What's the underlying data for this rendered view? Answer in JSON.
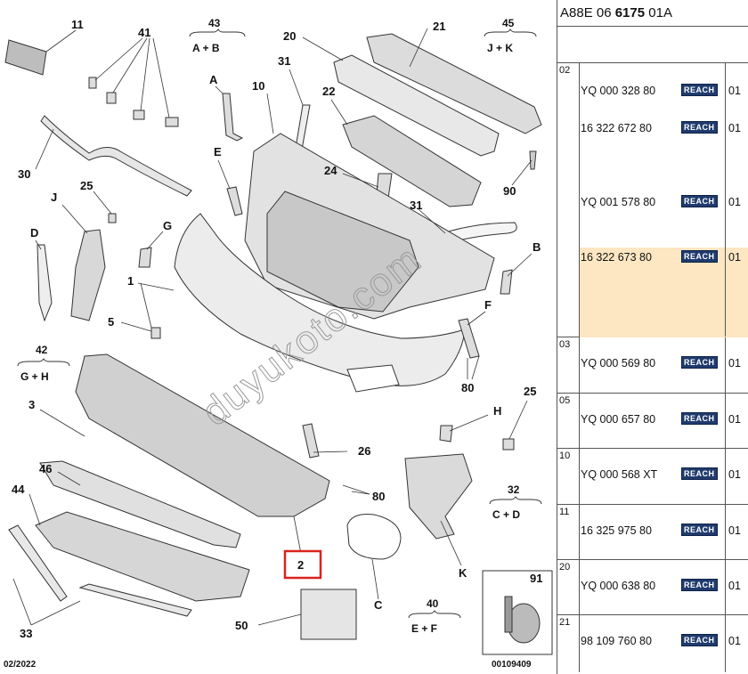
{
  "diagram": {
    "callouts": [
      "11",
      "41",
      "43",
      "45",
      "20",
      "21",
      "31",
      "A",
      "10",
      "22",
      "30",
      "25",
      "E",
      "J",
      "24",
      "31",
      "90",
      "D",
      "G",
      "B",
      "1",
      "F",
      "5",
      "42",
      "80",
      "25",
      "3",
      "H",
      "26",
      "46",
      "80",
      "32",
      "44",
      "2",
      "K",
      "91",
      "33",
      "50",
      "C",
      "40"
    ],
    "group_labels": [
      {
        "num": "43",
        "letters": "A + B"
      },
      {
        "num": "45",
        "letters": "J + K"
      },
      {
        "num": "42",
        "letters": "G + H"
      },
      {
        "num": "32",
        "letters": "C + D"
      },
      {
        "num": "40",
        "letters": "E + F"
      }
    ],
    "watermark": "duyukoto.com",
    "footer_left": "02/2022",
    "footer_right": "00109409",
    "highlight_callout": "2",
    "highlight_color": "#d9231f"
  },
  "parts": {
    "reference": {
      "prefix": "A88E 06 ",
      "bold": "6175",
      "suffix": " 01A"
    },
    "badge_color": "#1f3b6e",
    "highlight_color": "#fde6c2",
    "groups": [
      {
        "num": "02",
        "rows": [
          {
            "pn": "YQ 000 328 80",
            "badge": "REACH",
            "qty": "01"
          },
          {
            "pn": "16 322 672 80",
            "badge": "REACH",
            "qty": "01"
          },
          {
            "pn": "YQ 001 578 80",
            "badge": "REACH",
            "qty": "01"
          },
          {
            "pn": "16 322 673 80",
            "badge": "REACH",
            "qty": "01"
          }
        ]
      },
      {
        "num": "03",
        "rows": [
          {
            "pn": "YQ 000 569 80",
            "badge": "REACH",
            "qty": "01"
          }
        ]
      },
      {
        "num": "05",
        "rows": [
          {
            "pn": "YQ 000 657 80",
            "badge": "REACH",
            "qty": "01"
          }
        ]
      },
      {
        "num": "10",
        "rows": [
          {
            "pn": "YQ 000 568 XT",
            "badge": "REACH",
            "qty": "01"
          }
        ]
      },
      {
        "num": "11",
        "rows": [
          {
            "pn": "16 325 975 80",
            "badge": "REACH",
            "qty": "01"
          }
        ]
      },
      {
        "num": "20",
        "rows": [
          {
            "pn": "YQ 000 638 80",
            "badge": "REACH",
            "qty": "01"
          }
        ]
      },
      {
        "num": "21",
        "rows": [
          {
            "pn": "98 109 760 80",
            "badge": "REACH",
            "qty": "01"
          }
        ]
      }
    ]
  }
}
